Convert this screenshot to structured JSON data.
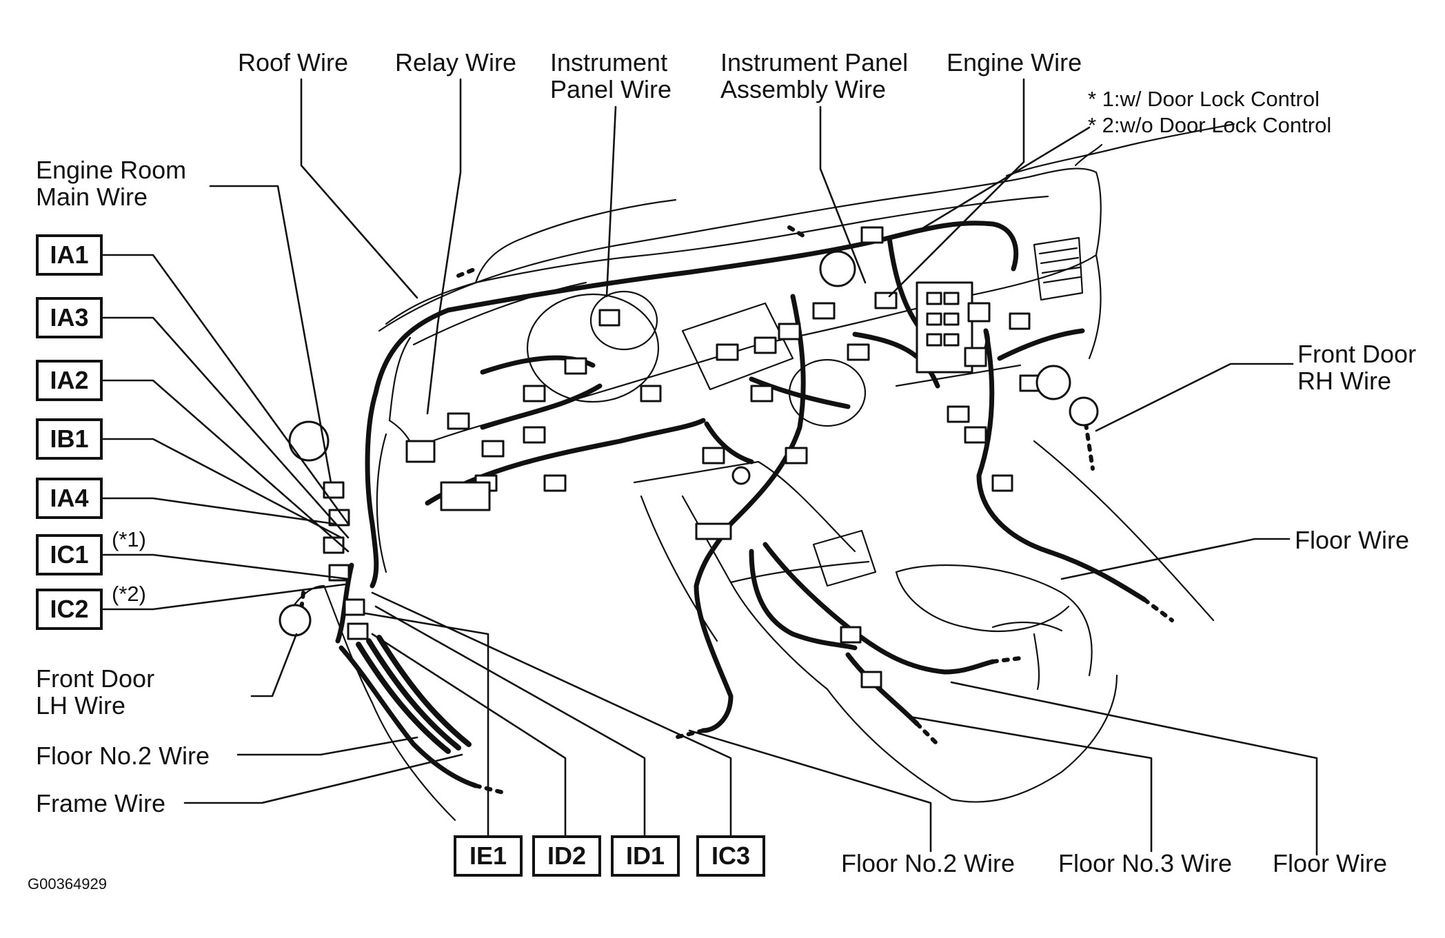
{
  "top_labels": {
    "roof_wire": "Roof Wire",
    "relay_wire": "Relay Wire",
    "instrument_panel_wire": "Instrument\nPanel Wire",
    "instrument_panel_assembly_wire": "Instrument Panel\nAssembly Wire",
    "engine_wire": "Engine Wire"
  },
  "notes": {
    "note1": "* 1:w/ Door Lock Control",
    "note2": "* 2:w/o Door Lock Control"
  },
  "left_labels": {
    "engine_room_main_wire": "Engine Room\nMain Wire",
    "front_door_lh_wire": "Front Door\nLH Wire",
    "floor_no2_wire": "Floor No.2 Wire",
    "frame_wire": "Frame Wire"
  },
  "left_connectors": [
    "IA1",
    "IA3",
    "IA2",
    "IB1",
    "IA4",
    "IC1",
    "IC2"
  ],
  "connector_notes": {
    "ic1": "(*1)",
    "ic2": "(*2)"
  },
  "right_labels": {
    "front_door_rh_wire": "Front Door\nRH Wire",
    "floor_wire": "Floor Wire"
  },
  "bottom_connectors": [
    "IE1",
    "ID2",
    "ID1",
    "IC3"
  ],
  "bottom_labels": {
    "floor_no2_wire": "Floor No.2 Wire",
    "floor_no3_wire": "Floor No.3 Wire",
    "floor_wire": "Floor Wire"
  },
  "figure_code": "G00364929"
}
